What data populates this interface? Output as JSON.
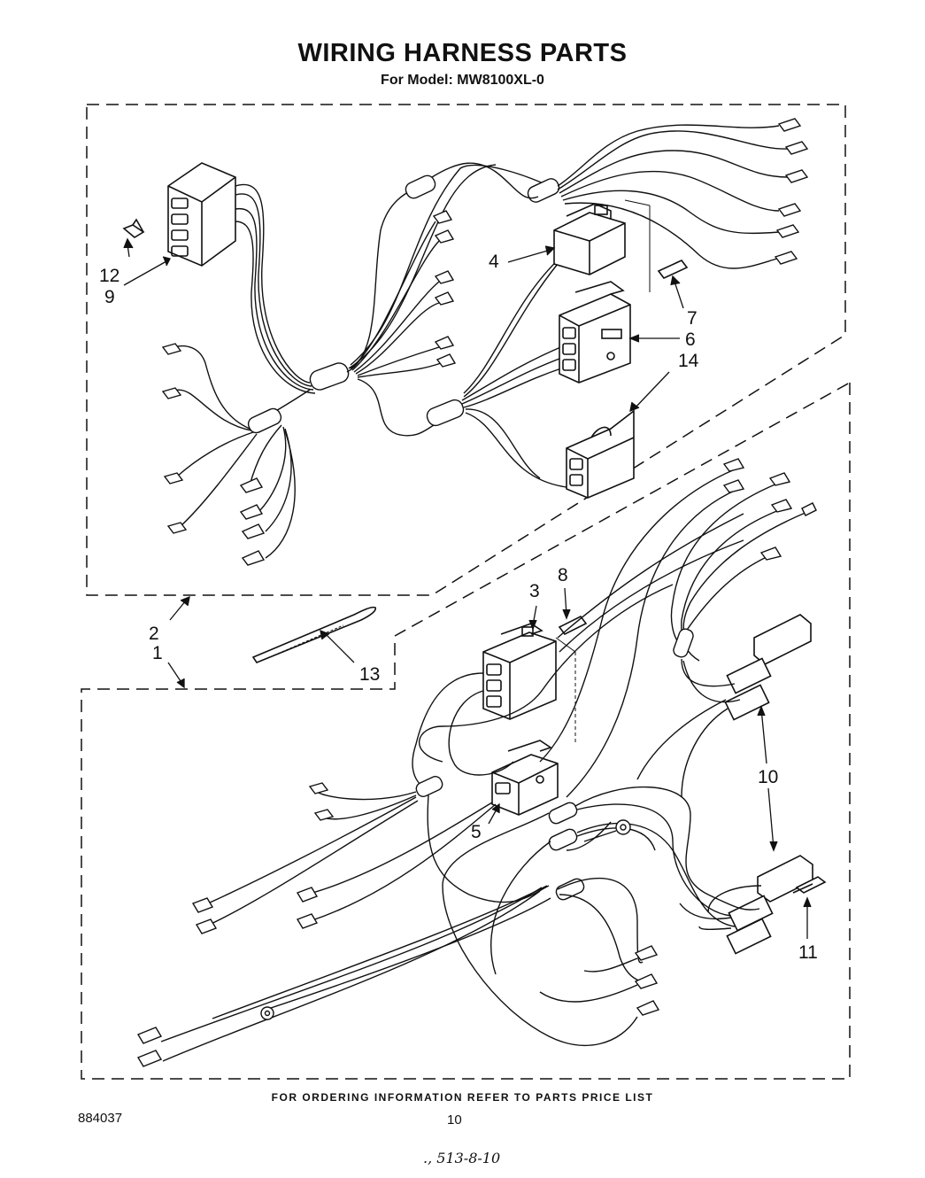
{
  "header": {
    "title": "WIRING HARNESS PARTS",
    "subtitle": "For Model: MW8100XL-0"
  },
  "callouts": [
    {
      "id": "12",
      "text": "12"
    },
    {
      "id": "9",
      "text": "9"
    },
    {
      "id": "4",
      "text": "4"
    },
    {
      "id": "7",
      "text": "7"
    },
    {
      "id": "6",
      "text": "6"
    },
    {
      "id": "14",
      "text": "14"
    },
    {
      "id": "3",
      "text": "3"
    },
    {
      "id": "8",
      "text": "8"
    },
    {
      "id": "2",
      "text": "2"
    },
    {
      "id": "1",
      "text": "1"
    },
    {
      "id": "13",
      "text": "13"
    },
    {
      "id": "10",
      "text": "10"
    },
    {
      "id": "5",
      "text": "5"
    },
    {
      "id": "11",
      "text": "11"
    }
  ],
  "footer": {
    "note": "FOR ORDERING INFORMATION REFER TO PARTS PRICE LIST",
    "doc_number": "884037",
    "page_number": "10",
    "handwritten": "., 513-8-10"
  }
}
